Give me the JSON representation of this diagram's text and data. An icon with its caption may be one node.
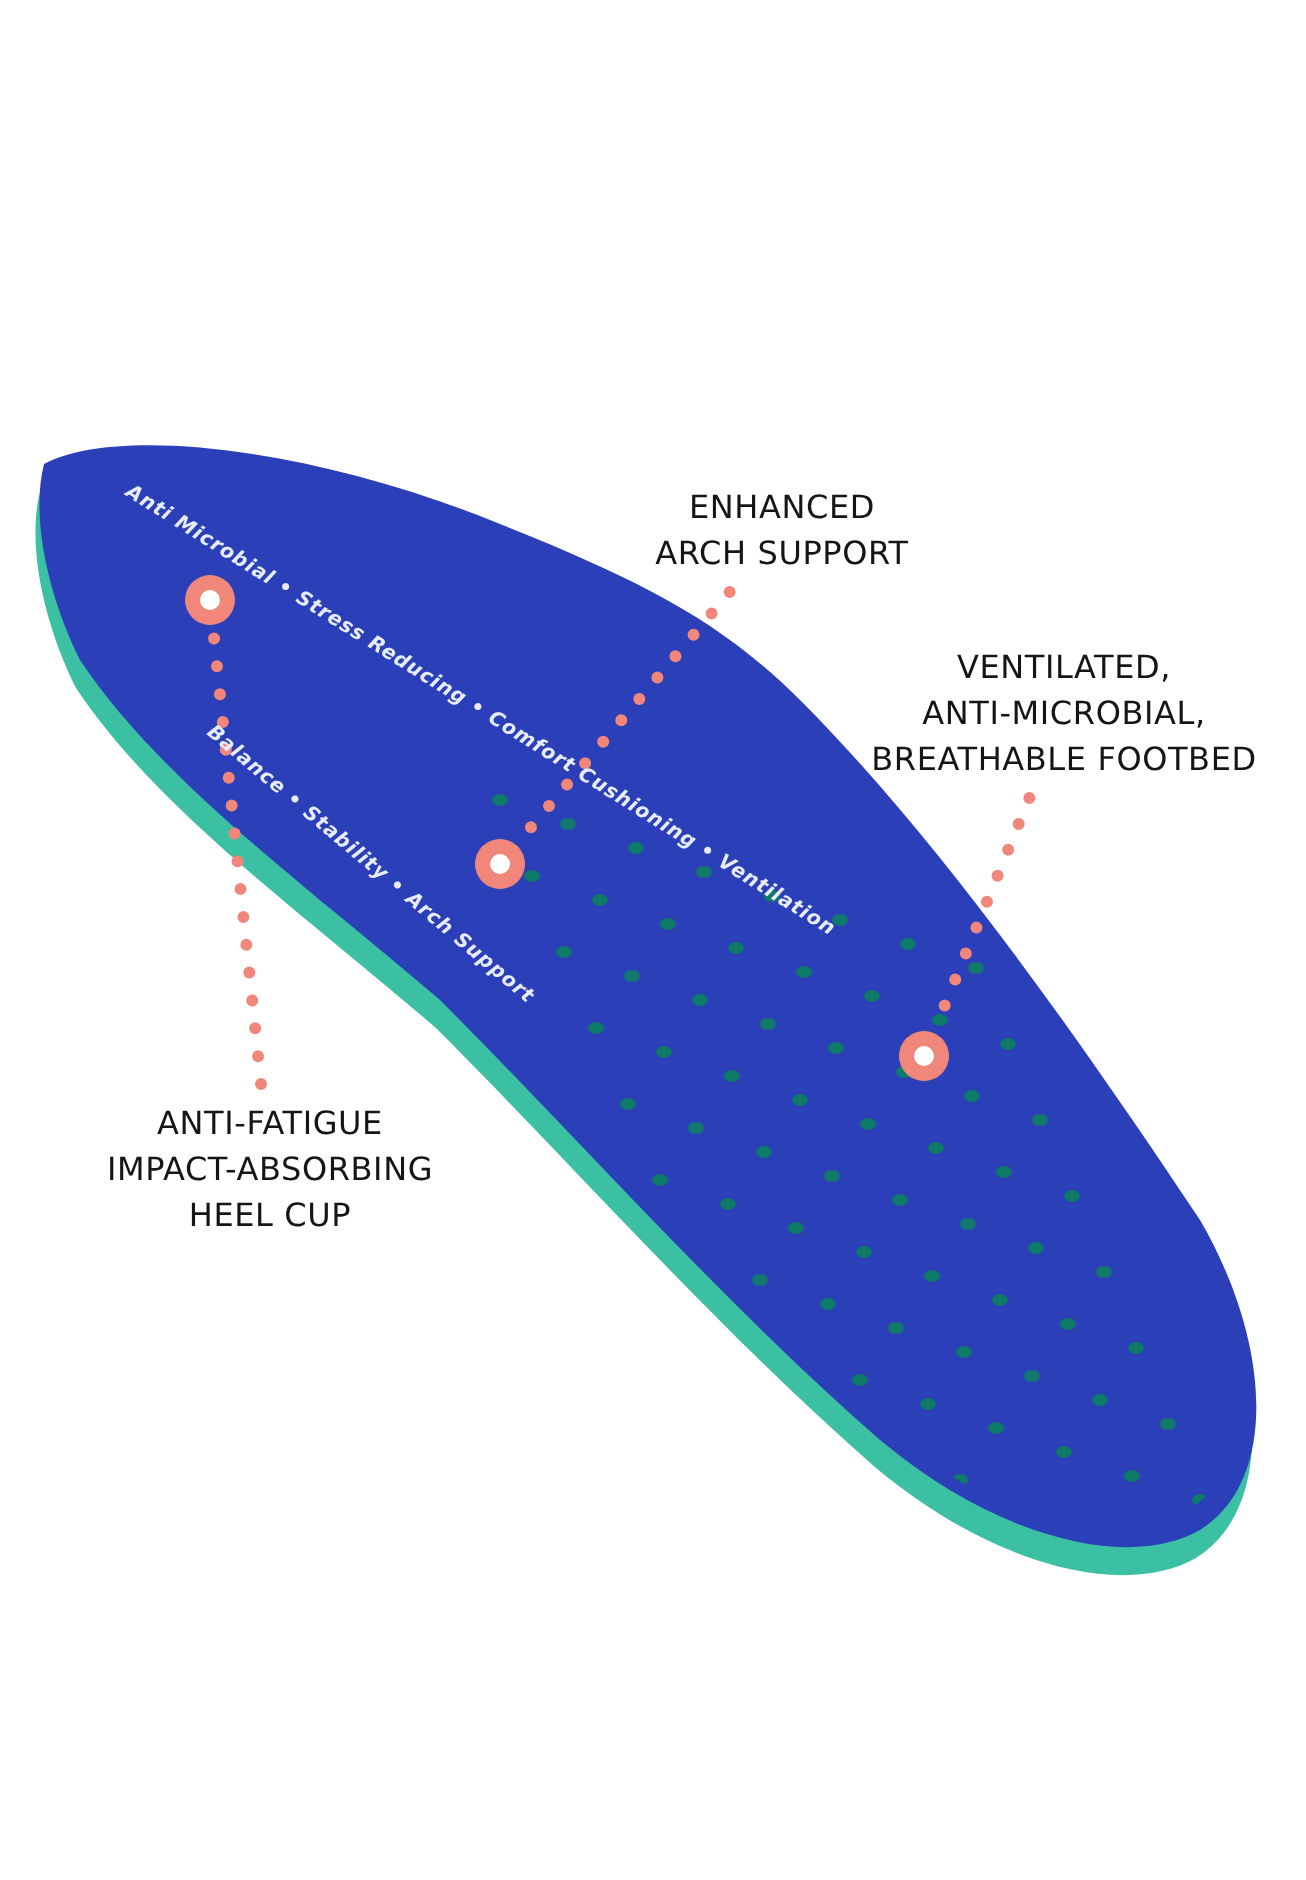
{
  "diagram": {
    "nodes": [
      {
        "text": [
          "ENHANCED ARCH SUPPORT"
        ]
      },
      {
        "text": [
          "VENTILATED, ANTI-MICROBIAL, BREATHABLE FOOTBED"
        ]
      },
      {
        "text": [
          "ANTI-FATIGUE IMPACT-ABSORBING HEEL CUP"
        ]
      },
      {
        "text": [],
        "shape": "circle"
      },
      {
        "text": [],
        "shape": "circle"
      },
      {
        "text": [],
        "shape": "circle"
      }
    ],
    "edges": [
      {
        "from": 0,
        "to": 4,
        "arrow": "none",
        "style": "dashed"
      },
      {
        "from": 1,
        "to": 5,
        "arrow": "none",
        "style": "dashed"
      },
      {
        "from": 2,
        "to": 3,
        "arrow": "none",
        "style": "dashed"
      }
    ],
    "labels": [
      "Anti Microbial • Stress Reducing • Comfort Cushioning • Ventilation",
      "Balance • Stability • Arch Support"
    ]
  }
}
